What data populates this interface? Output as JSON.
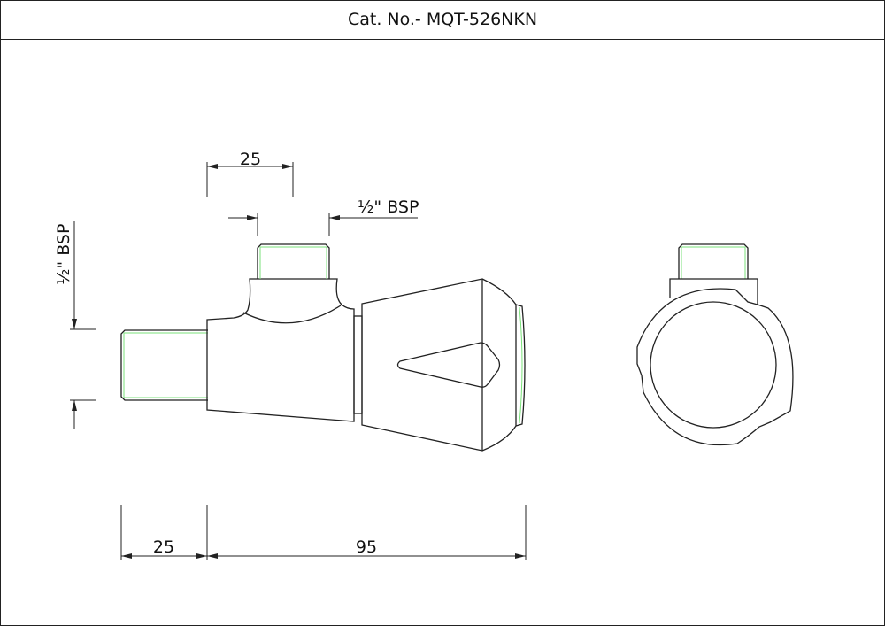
{
  "title": "Cat. No.- MQT-526NKN",
  "dimensions": {
    "top_width": "25",
    "top_thread": "½\" BSP",
    "left_thread": "½\" BSP",
    "bottom_left": "25",
    "bottom_right": "95"
  },
  "colors": {
    "line": "#222222",
    "thread": "#7be27b"
  }
}
